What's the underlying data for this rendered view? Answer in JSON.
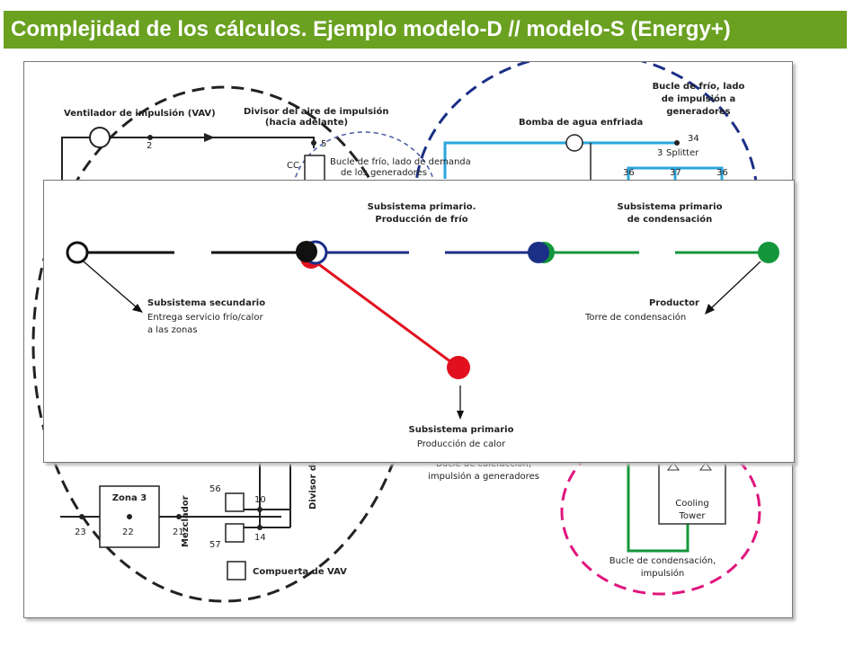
{
  "title": "Complejidad de los cálculos. Ejemplo modelo-D // modelo-S (Energy+)",
  "background": {
    "fan_label": "Ventilador de impulsión (VAV)",
    "divider_label_1": "Divisor del aire de impulsión",
    "divider_label_2": "(hacia adelante)",
    "chw_demand_1": "Bucle de frío, lado de demanda",
    "chw_demand_2": "de los generadores",
    "chw_supply_1": "Bucle de frío, lado",
    "chw_supply_2": "de impulsión a",
    "chw_supply_3": "generadores",
    "pump_label": "Bomba de agua enfriada",
    "splitter_label": "Splitter",
    "node_34": "34",
    "node_3": "3",
    "node_36a": "36",
    "node_37": "37",
    "node_36b": "36",
    "node_2": "2",
    "node_5": "5",
    "cc": "CC",
    "zona": "Zona 3",
    "node_22": "22",
    "node_23": "23",
    "node_21": "21",
    "node_56": "56",
    "node_57": "57",
    "node_10": "10",
    "node_14": "14",
    "mezclador": "Mezclador",
    "divisor": "Divisor de",
    "vav_damper": "Compuerta de VAV",
    "heating_1": "Bucle de calefacción,",
    "heating_2": "impulsión a generadores",
    "cooling_tower_1": "Cooling",
    "cooling_tower_2": "Tower",
    "cond_1": "Bucle de condensación,",
    "cond_2": "impulsión"
  },
  "overlay": {
    "primary_cold_1": "Subsistema primario.",
    "primary_cold_2": "Producción de frío",
    "primary_cond_1": "Subsistema primario",
    "primary_cond_2": "de condensación",
    "secondary_title": "Subsistema secundario",
    "secondary_desc_1": "Entrega servicio frío/calor",
    "secondary_desc_2": "a las zonas",
    "producer_title": "Productor",
    "producer_desc": "Torre de condensación",
    "primary_heat_title": "Subsistema primario",
    "primary_heat_desc": "Producción de calor"
  },
  "colors": {
    "title_bg": "#6aa121",
    "secondary": "#111111",
    "cold": "#1b2f87",
    "condensation": "#14963c",
    "heat": "#e2101f",
    "chw_loop": "#2aa6dc",
    "cond_loop_dashed": "#e0157d"
  }
}
